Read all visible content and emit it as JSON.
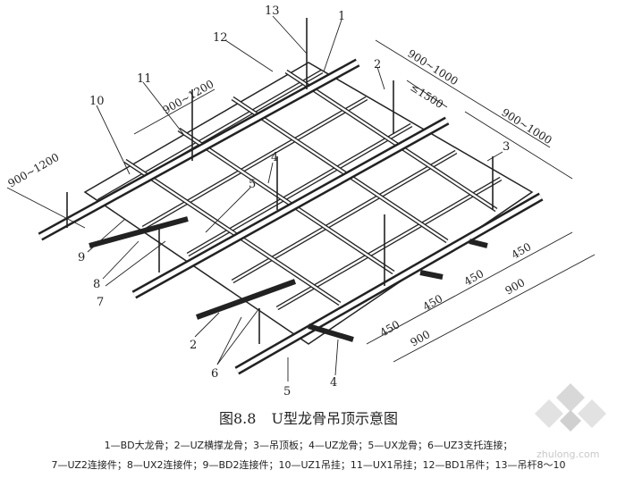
{
  "caption": {
    "figure_no": "图8.8",
    "title": "U型龙骨吊顶示意图"
  },
  "legend": {
    "line1": "1—BD大龙骨；2—UZ横撑龙骨；3—吊顶板；4—UZ龙骨；5—UX龙骨；6—UZ3支托连接；",
    "line2": "7—UZ2连接件；8—UX2连接件；9—BD2连接件；10—UZ1吊挂；11—UX1吊挂；12—BD1吊件；13—吊杆8～10"
  },
  "labels": {
    "n1": "1",
    "n2a": "2",
    "n2b": "2",
    "n3": "3",
    "n4a": "4",
    "n4b": "4",
    "n5a": "5",
    "n5b": "5",
    "n6": "6",
    "n7": "7",
    "n8": "8",
    "n9": "9",
    "n10": "10",
    "n11": "11",
    "n12": "12",
    "n13": "13"
  },
  "dimensions": {
    "d_900_1000_a": "900~1000",
    "d_900_1000_b": "900~1000",
    "d_1500": "≤1500",
    "d_900_1200_a": "900~1200",
    "d_900_1200_b": "900~1200",
    "d_450_a": "450",
    "d_450_b": "450",
    "d_450_c": "450",
    "d_450_d": "450",
    "d_900_a": "900",
    "d_900_b": "900"
  },
  "watermark": {
    "text": "zhulong.com"
  },
  "colors": {
    "ink": "#222222",
    "panel": "#ffffff",
    "watermark": "#c8c8c8"
  }
}
